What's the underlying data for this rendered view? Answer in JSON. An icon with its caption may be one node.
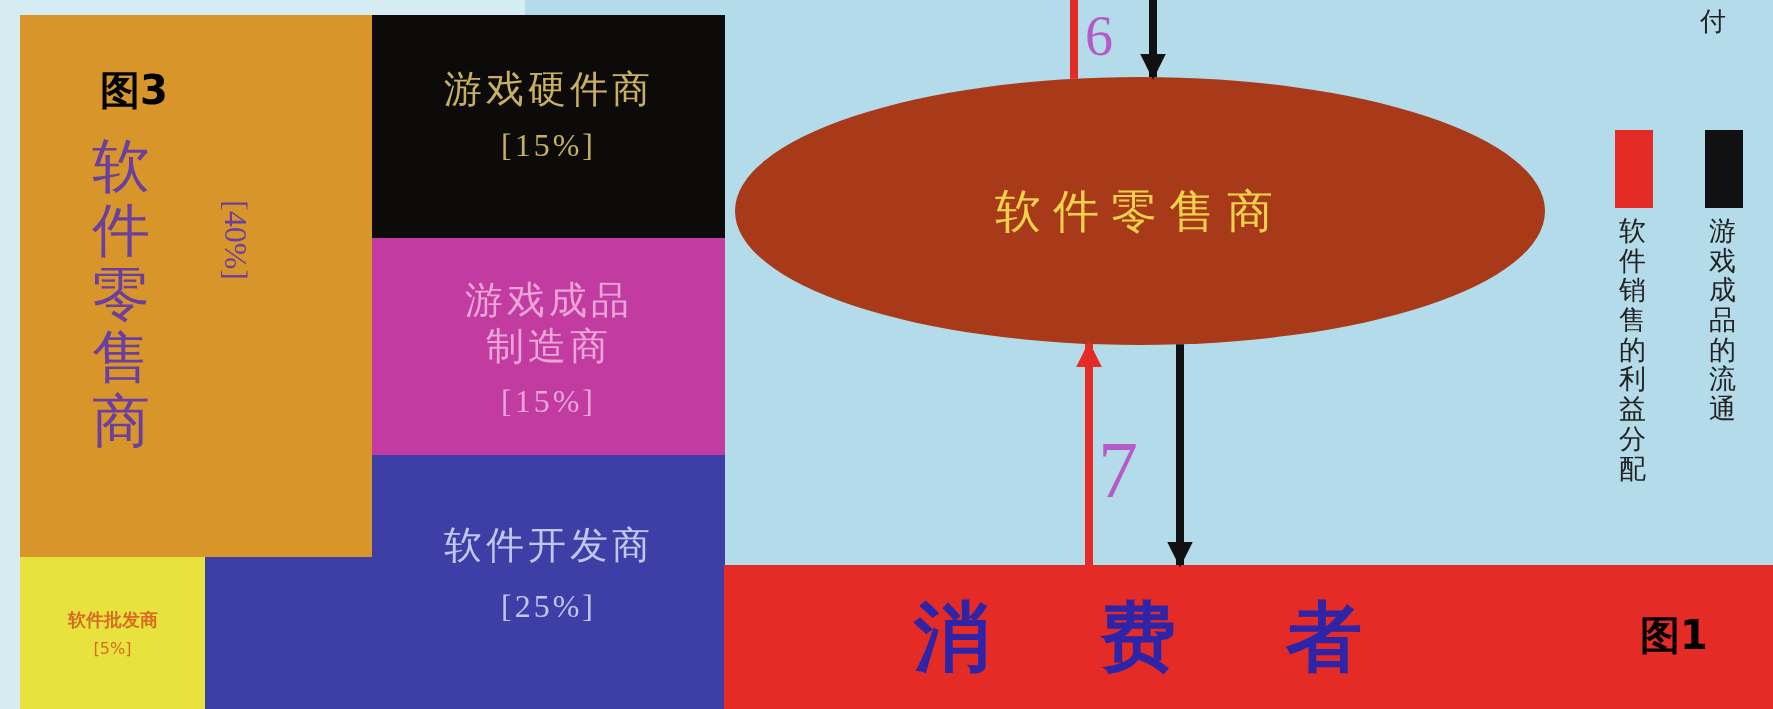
{
  "diagram": {
    "nodes": [
      {
        "text": [
          "软件零售商",
          "[40%]"
        ]
      },
      {
        "text": [
          "游戏硬件商",
          "[15%]"
        ]
      },
      {
        "text": [
          "游戏成品制造商",
          "[15%]"
        ]
      },
      {
        "text": [
          "软件开发商",
          "[25%]"
        ]
      },
      {
        "text": [
          "软件批发商",
          "[5%]"
        ]
      },
      {
        "text": [
          "软件零售商"
        ]
      },
      {
        "text": [
          "消费者"
        ]
      }
    ],
    "edges": [
      {
        "from": null,
        "to": 5,
        "arrow": "to"
      },
      {
        "from": 5,
        "to": null,
        "arrow": "none",
        "color": "#e42b26"
      },
      {
        "from": 6,
        "to": 5,
        "arrow": "to",
        "color": "#e42b26"
      },
      {
        "from": 5,
        "to": 6,
        "arrow": "to"
      }
    ],
    "labels": [
      "图3",
      "6",
      "付",
      "7",
      "图1"
    ],
    "legend": [
      {
        "text": "软件销售的利益分配",
        "color": "#e42b26"
      },
      {
        "text": "游戏成品的流通",
        "color": "#111111"
      }
    ]
  }
}
